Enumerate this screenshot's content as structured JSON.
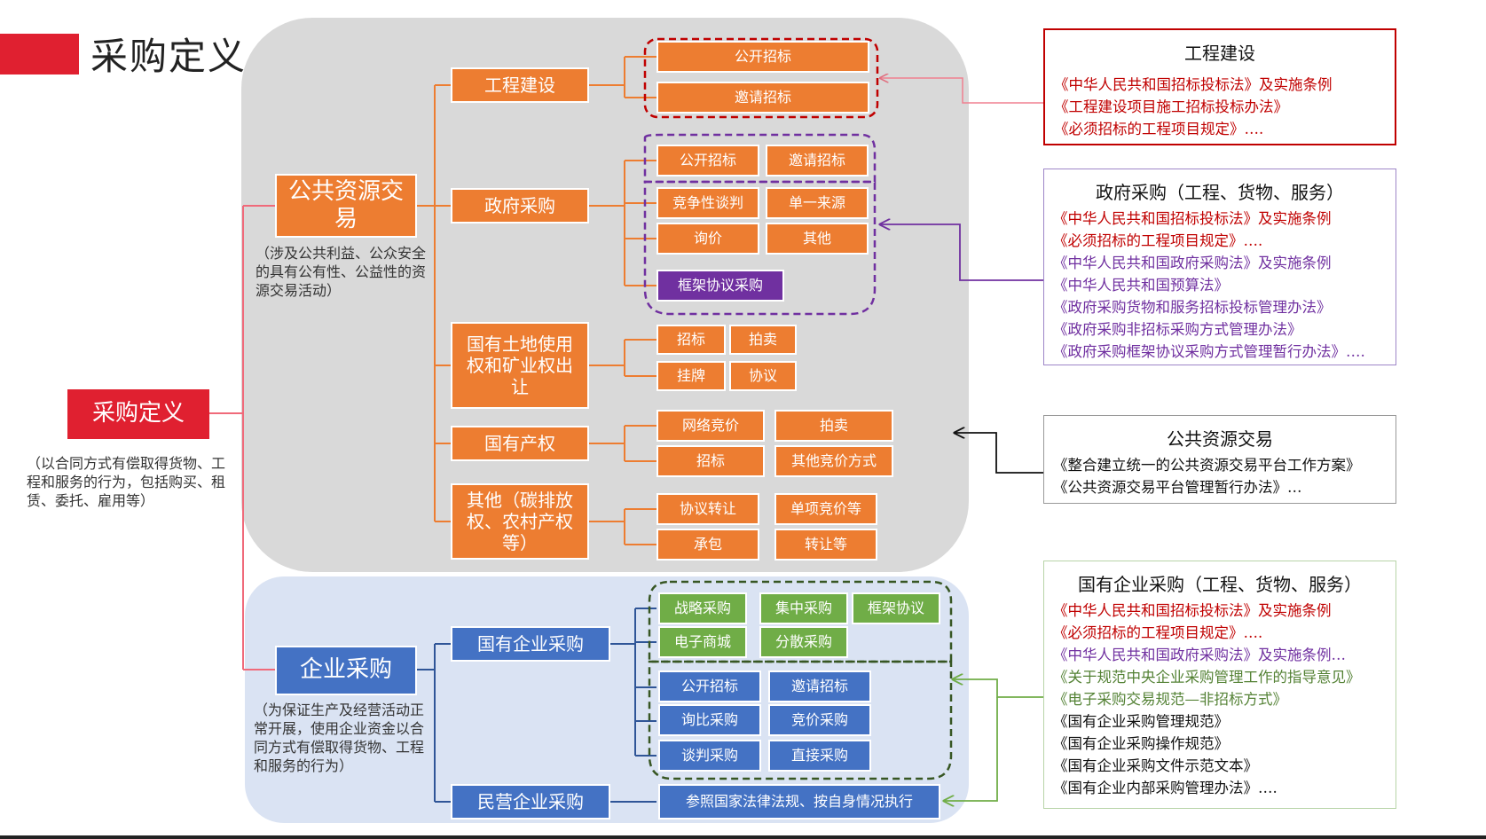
{
  "header": {
    "title": "采购定义"
  },
  "root": {
    "label": "采购定义",
    "note": "（以合同方式有偿取得货物、工程和服务的行为，包括购买、租赁、委托、雇用等）"
  },
  "public": {
    "label": "公共资源交易",
    "note": "（涉及公共利益、公众安全的具有公有性、公益性的资源交易活动）",
    "gc": {
      "label": "工程建设",
      "items": [
        "公开招标",
        "邀请招标"
      ]
    },
    "gov": {
      "label": "政府采购",
      "items": [
        "公开招标",
        "邀请招标",
        "竞争性谈判",
        "单一来源",
        "询价",
        "其他",
        "框架协议采购"
      ]
    },
    "land": {
      "label": "国有土地使用权和矿业权出让",
      "items": [
        "招标",
        "拍卖",
        "挂牌",
        "协议"
      ]
    },
    "prop": {
      "label": "国有产权",
      "items": [
        "网络竞价",
        "拍卖",
        "招标",
        "其他竞价方式"
      ]
    },
    "other": {
      "label": "其他（碳排放权、农村产权等）",
      "items": [
        "协议转让",
        "单项竞价等",
        "承包",
        "转让等"
      ]
    }
  },
  "enterprise": {
    "label": "企业采购",
    "note": "（为保证生产及经营活动正常开展，使用企业资金以合同方式有偿取得货物、工程和服务的行为）",
    "soe": {
      "label": "国有企业采购",
      "green_items": [
        "战略采购",
        "集中采购",
        "框架协议",
        "电子商城",
        "分散采购"
      ],
      "blue_items": [
        "公开招标",
        "邀请招标",
        "询比采购",
        "竞价采购",
        "谈判采购",
        "直接采购"
      ]
    },
    "private": {
      "label": "民营企业采购",
      "item": "参照国家法律法规、按自身情况执行"
    }
  },
  "panels": {
    "gc": {
      "title": "工程建设",
      "lines": [
        "《中华人民共和国招标投标法》及实施条例",
        "《工程建设项目施工招标投标办法》",
        "《必须招标的工程项目规定》…."
      ]
    },
    "gov": {
      "title": "政府采购（工程、货物、服务）",
      "lines": [
        "《中华人民共和国招标投标法》及实施条例",
        "《必须招标的工程项目规定》….",
        "《中华人民共和国政府采购法》及实施条例",
        "《中华人民共和国预算法》",
        "《政府采购货物和服务招标投标管理办法》",
        "《政府采购非招标采购方式管理办法》",
        "《政府采购框架协议采购方式管理暂行办法》…."
      ]
    },
    "pub": {
      "title": "公共资源交易",
      "lines": [
        "《整合建立统一的公共资源交易平台工作方案》",
        "《公共资源交易平台管理暂行办法》…"
      ]
    },
    "soe": {
      "title": "国有企业采购（工程、货物、服务）",
      "lines": [
        "《中华人民共和国招标投标法》及实施条例",
        "《必须招标的工程项目规定》….",
        "《中华人民共和国政府采购法》及实施条例…",
        "《关于规范中央企业采购管理工作的指导意见》",
        "《电子采购交易规范—非招标方式》",
        "《国有企业采购管理规范》",
        "《国有企业采购操作规范》",
        "《国有企业采购文件示范文本》",
        "《国有企业内部采购管理办法》…."
      ]
    }
  },
  "colors": {
    "orange": "#ED7D31",
    "green": "#70AD47",
    "blue": "#4472C4",
    "purple": "#7030A0",
    "red": "#E02030",
    "law_red": "#C00000",
    "law_purple": "#7030A0",
    "law_green": "#548235"
  }
}
